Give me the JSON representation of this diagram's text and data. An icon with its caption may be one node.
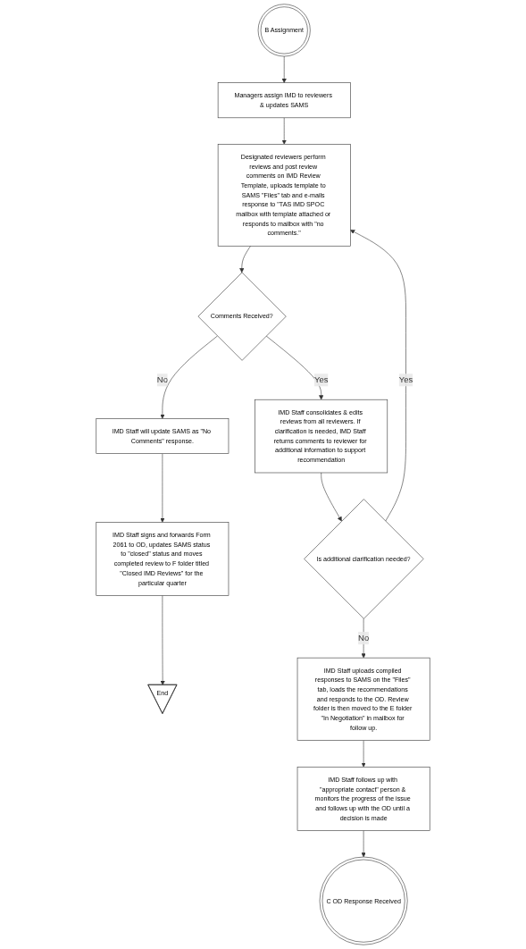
{
  "diagram": {
    "nodes": [
      {
        "text": [
          "B Assignment"
        ]
      },
      {
        "text": [
          "Managers assign IMD to reviewers & updates SAMS"
        ]
      },
      {
        "text": [
          "Designated reviewers perform reviews and post review comments on IMD Review Template, uploads template to SAMS \"Files\" tab and e-mails response to \"TAS IMD SPOC mailbox with template attached or responds to mailbox with \"no comments.\""
        ]
      },
      {
        "text": [
          "Comments Received?"
        ]
      },
      {
        "text": [
          "IMD Staff will update SAMS as \"No Comments\" response."
        ]
      },
      {
        "text": [
          "IMD Staff signs and forwards Form 2061 to OD, updates SAMS status to \"closed\" status and moves completed review to F folder titled \"Closed IMD Reviews\" for the particular quarter"
        ]
      },
      {
        "text": [
          "End"
        ]
      },
      {
        "text": [
          "IMD Staff consolidates & edits reviews from all reviewers. If clarification is needed, IMD Staff returns comments to reviewer for additional information to support recommendation"
        ]
      },
      {
        "text": [
          "Is additional clarification needed?"
        ]
      },
      {
        "text": [
          "IMD Staff uploads compiled responses to SAMS on the \"Files\" tab, loads the recommendations and responds to the OD. Review folder is then moved to the E folder \"In Negotiation\" in mailbox for follow up."
        ]
      },
      {
        "text": [
          "IMD Staff follows up with \"appropriate contact\" person & monitors the progress of the issue and follows up with the OD until a decision is made"
        ]
      },
      {
        "text": [
          "C OD Response Received"
        ]
      }
    ],
    "edges": [
      {
        "from": 0,
        "to": 1,
        "arrow": "to"
      },
      {
        "from": 1,
        "to": 2,
        "arrow": "to"
      },
      {
        "from": 2,
        "to": 3,
        "arrow": "to"
      },
      {
        "from": 3,
        "to": 4,
        "arrow": "to",
        "label": "No"
      },
      {
        "from": 3,
        "to": 7,
        "arrow": "to",
        "label": "Yes"
      },
      {
        "from": 4,
        "to": 5,
        "arrow": "to"
      },
      {
        "from": 5,
        "to": 6,
        "arrow": "to"
      },
      {
        "from": 7,
        "to": 8,
        "arrow": "to"
      },
      {
        "from": 8,
        "to": 2,
        "arrow": "to",
        "label": "Yes"
      },
      {
        "from": 8,
        "to": 9,
        "arrow": "to",
        "label": "No"
      },
      {
        "from": 9,
        "to": 10,
        "arrow": "to"
      },
      {
        "from": 10,
        "to": 11,
        "arrow": "to"
      }
    ]
  }
}
